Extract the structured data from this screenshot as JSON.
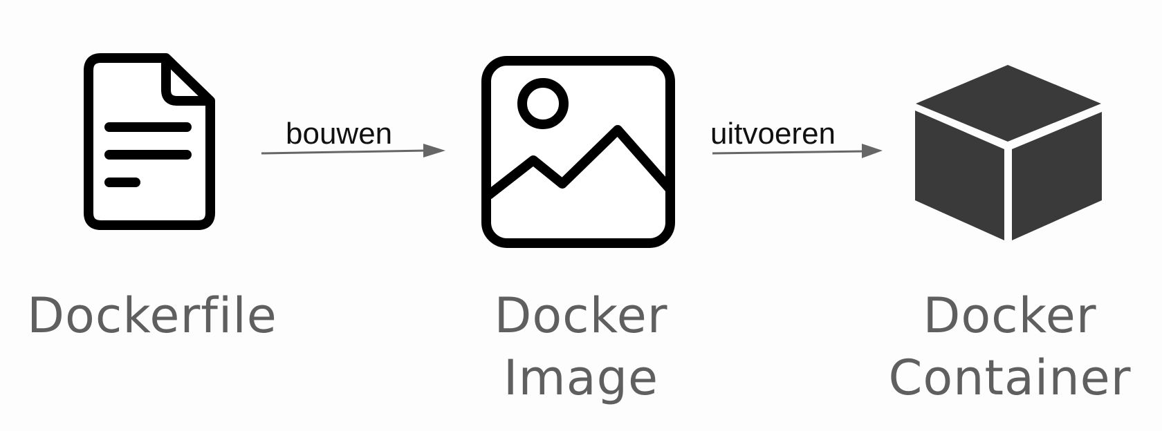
{
  "diagram": {
    "nodes": [
      {
        "id": "dockerfile",
        "icon": "document-icon",
        "label_lines": [
          "Dockerfile"
        ]
      },
      {
        "id": "image",
        "icon": "image-icon",
        "label_lines": [
          "Docker",
          "Image"
        ]
      },
      {
        "id": "container",
        "icon": "cube-icon",
        "label_lines": [
          "Docker",
          "Container"
        ]
      }
    ],
    "edges": [
      {
        "from": "dockerfile",
        "to": "image",
        "label": "bouwen"
      },
      {
        "from": "image",
        "to": "container",
        "label": "uitvoeren"
      }
    ]
  },
  "colors": {
    "background": "#fdfdfd",
    "icon_stroke": "#000000",
    "cube_fill": "#3a3a3a",
    "arrow": "#666666",
    "label_text": "#5f5f5f"
  }
}
